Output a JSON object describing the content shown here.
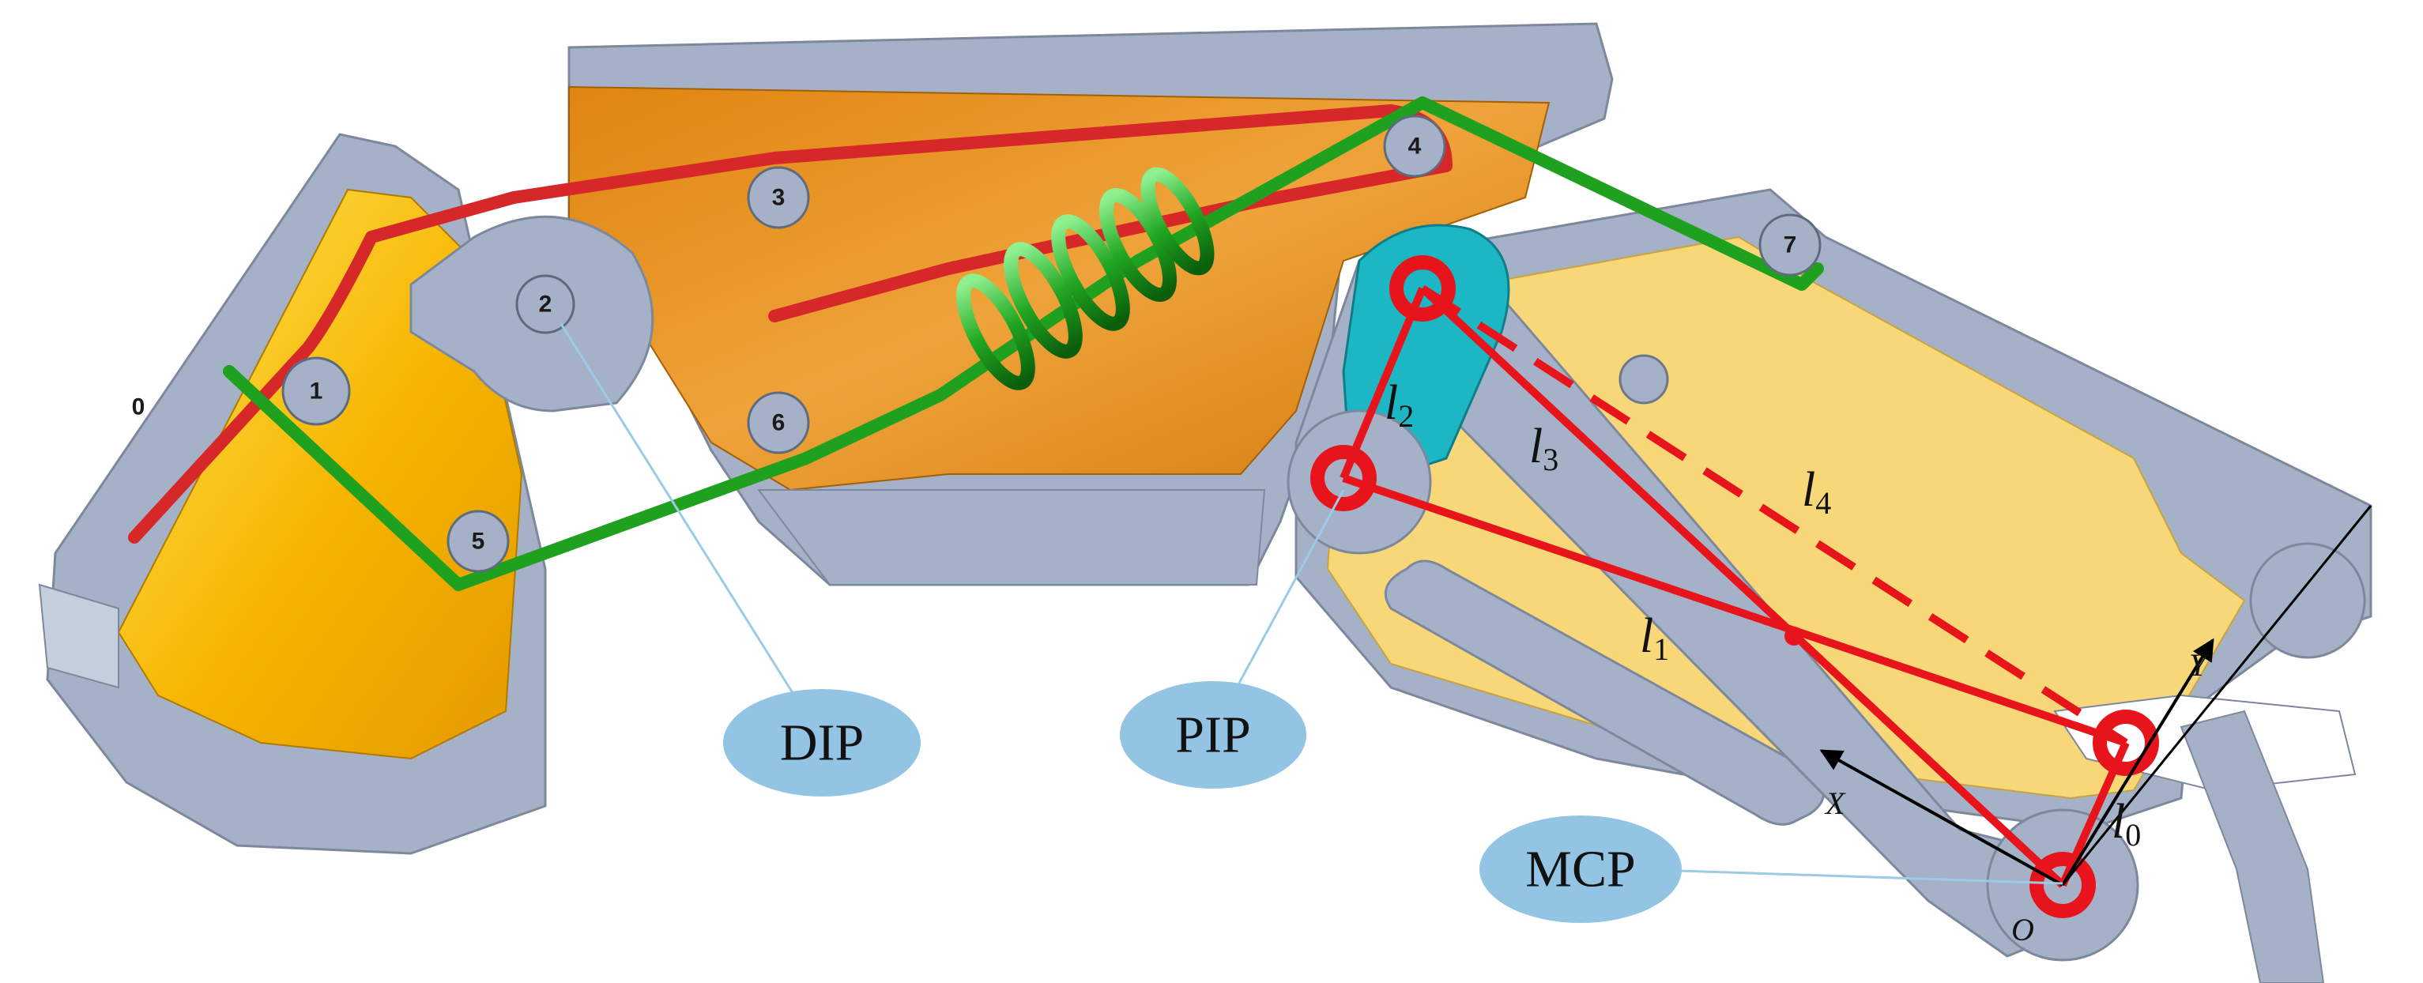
{
  "pivot_labels": [
    "0",
    "1",
    "2",
    "3",
    "4",
    "5",
    "6",
    "7"
  ],
  "joints": {
    "dip": "DIP",
    "pip": "PIP",
    "mcp": "MCP"
  },
  "links": {
    "l1": {
      "base": "l",
      "sub": "1"
    },
    "l2": {
      "base": "l",
      "sub": "2"
    },
    "l3": {
      "base": "l",
      "sub": "3"
    },
    "l4": {
      "base": "l",
      "sub": "4"
    },
    "l0": {
      "base": "l",
      "sub": "0"
    }
  },
  "axes": {
    "x": "X",
    "y": "Y",
    "origin": "O"
  },
  "colors": {
    "linkage_red": "#e8141c",
    "spring_green": "#1fa01f",
    "cable_red": "#d62828",
    "distal_orange": "#f6b400",
    "middle_orange": "#dd8410",
    "proximal_yellow": "#f8d779",
    "frame_gray": "#a5b1c6",
    "pip_teal": "#1cb6c4",
    "callout_blue": "#93c4e3"
  }
}
